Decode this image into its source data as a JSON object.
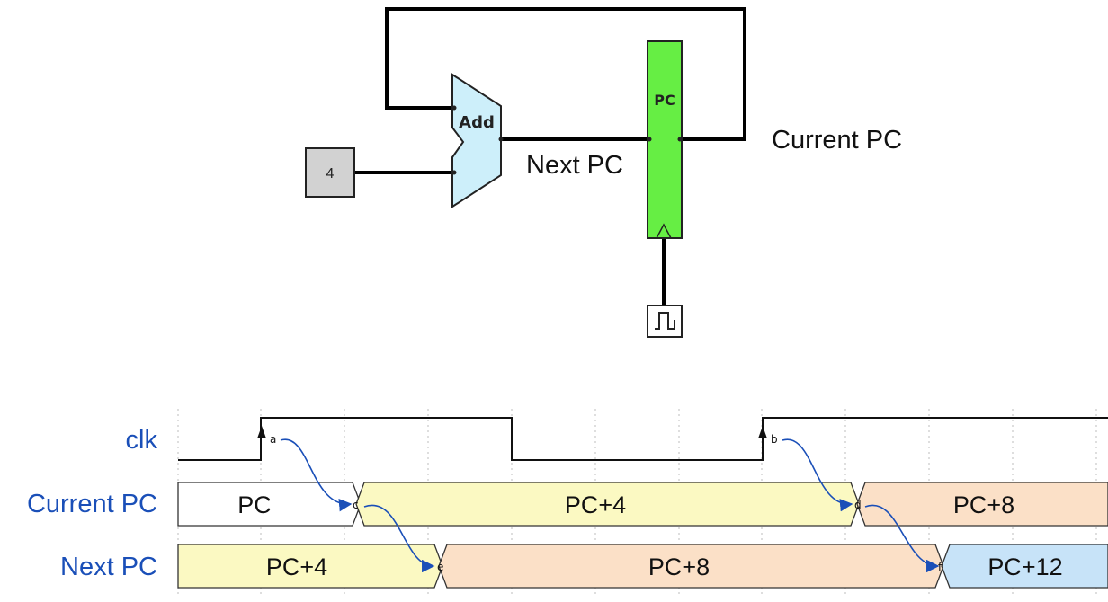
{
  "circuit": {
    "const_value": "4",
    "adder_label": "Add",
    "register_label": "PC",
    "next_pc_label": "Next PC",
    "current_pc_label": "Current PC"
  },
  "timing": {
    "rows": [
      {
        "label": "clk"
      },
      {
        "label": "Current PC"
      },
      {
        "label": "Next PC"
      }
    ],
    "current_pc_values": [
      "PC",
      "PC+4",
      "PC+8"
    ],
    "next_pc_values": [
      "PC+4",
      "PC+8",
      "PC+12"
    ],
    "markers": [
      "a",
      "b",
      "c",
      "d",
      "e",
      "f"
    ],
    "colors": {
      "white": "#ffffff",
      "yellow": "#fbf9c2",
      "peach": "#fbe0c7",
      "blue": "#c7e3f8",
      "label_blue": "#1a4fb8",
      "register_green": "#66ee44",
      "adder_blue": "#cdeffa"
    }
  }
}
